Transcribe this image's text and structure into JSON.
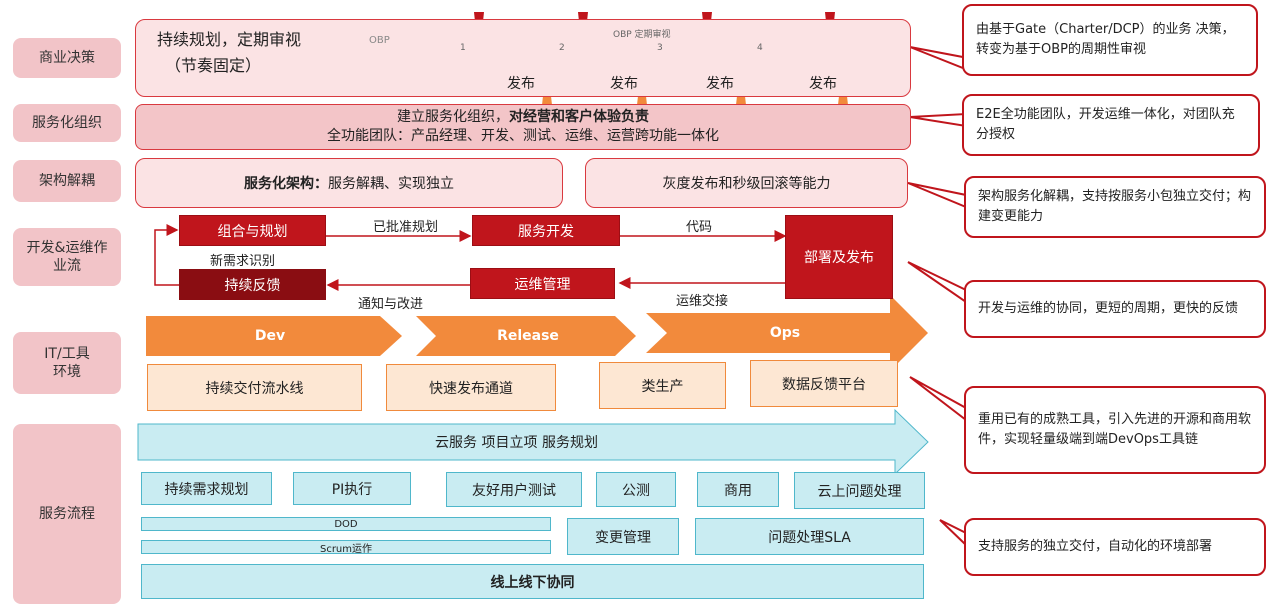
{
  "row_labels": {
    "business": "商业决策",
    "org": "服务化组织",
    "arch": "架构解耦",
    "devops_line1": "开发&运维作",
    "devops_line2": "业流",
    "it_line1": "IT/工具",
    "it_line2": "环境",
    "process": "服务流程"
  },
  "business": {
    "title_line1": "持续规划，定期审视",
    "title_line2": "（节奏固定）",
    "obp": "OBP",
    "obp_review": "OBP 定期审视",
    "iterations": [
      "1",
      "2",
      "3",
      "4"
    ],
    "release_labels": [
      "发布",
      "发布",
      "发布",
      "发布"
    ]
  },
  "org": {
    "line1_plain": "建立服务化组织，",
    "line1_bold": "对经营和客户体验负责",
    "line2": "全功能团队：产品经理、开发、测试、运维、运营跨功能一体化"
  },
  "arch": {
    "left_bold": "服务化架构：",
    "left_plain": "服务解耦、实现独立",
    "right": "灰度发布和秒级回滚等能力"
  },
  "devops": {
    "combo": "组合与规划",
    "approved": "已批准规划",
    "service_dev": "服务开发",
    "code": "代码",
    "deploy": "部署及发布",
    "new_req": "新需求识别",
    "feedback": "持续反馈",
    "ops_mgmt": "运维管理",
    "notify": "通知与改进",
    "ops_handover": "运维交接"
  },
  "it": {
    "dev": "Dev",
    "release": "Release",
    "ops": "Ops",
    "pipeline": "持续交付流水线",
    "fast_channel": "快速发布通道",
    "quasi_prod": "类生产",
    "feedback_platform": "数据反馈平台"
  },
  "process": {
    "arrow": "云服务 项目立项 服务规划",
    "req_plan": "持续需求规划",
    "pi": "PI执行",
    "friendly_test": "友好用户测试",
    "public_test": "公测",
    "commercial": "商用",
    "cloud_issue": "云上问题处理",
    "dod": "DOD",
    "scrum": "Scrum运作",
    "change_mgmt": "变更管理",
    "issue_sla": "问题处理SLA",
    "online_offline": "线上线下协同"
  },
  "callouts": [
    "由基于Gate（Charter/DCP）的业务 决策，转变为基于OBP的周期性审视",
    "E2E全功能团队，开发运维一体化，对团队充分授权",
    "架构服务化解耦，支持按服务小包独立交付；构建变更能力",
    "开发与运维的协同，更短的周期，更快的反馈",
    "重用已有的成熟工具，引入先进的开源和商用软件，实现轻量级端到端DevOps工具链",
    "支持服务的独立交付，自动化的环境部署"
  ],
  "colors": {
    "red": "#c0151c",
    "dark_red": "#8a0d12",
    "pink": "#fbe3e4",
    "label_pink": "#f2c4c8",
    "orange": "#f28a3c",
    "cyan": "#c9ecf2"
  }
}
